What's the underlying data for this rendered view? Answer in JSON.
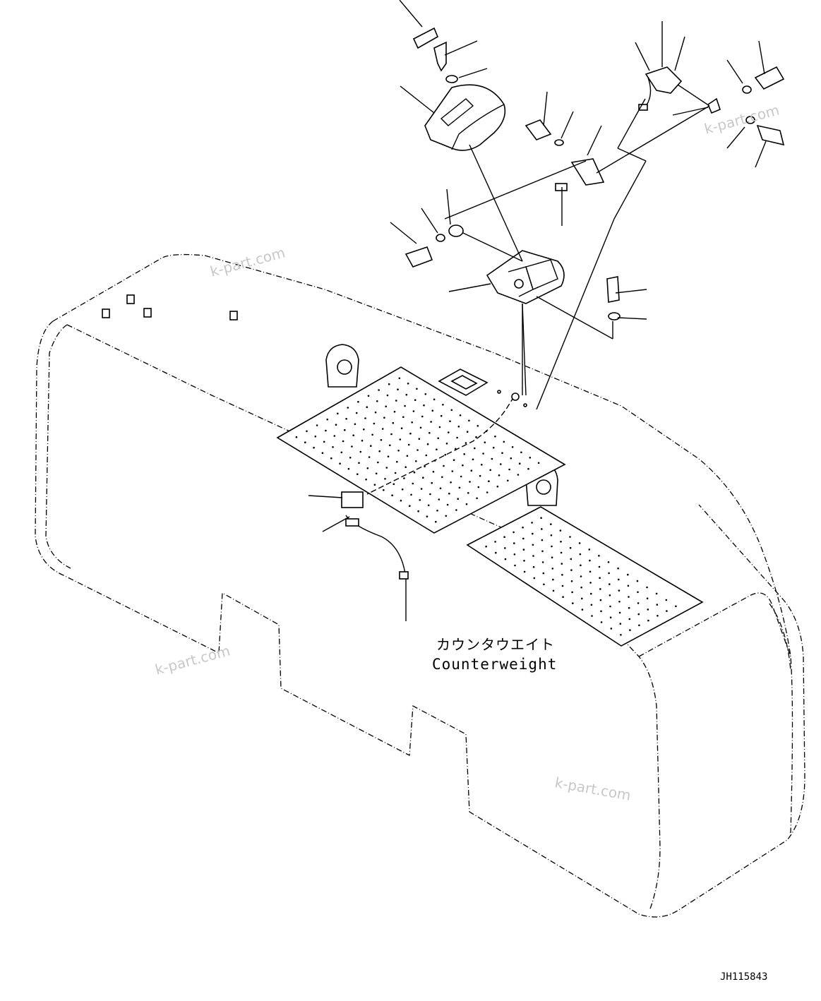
{
  "labels": {
    "part_name_jp": "カウンタウエイト",
    "part_name_en": "Counterweight",
    "drawing_code": "JH115843"
  },
  "watermarks": [
    "k-part.com",
    "k-part.com",
    "k-part.com",
    "k-part.com"
  ]
}
